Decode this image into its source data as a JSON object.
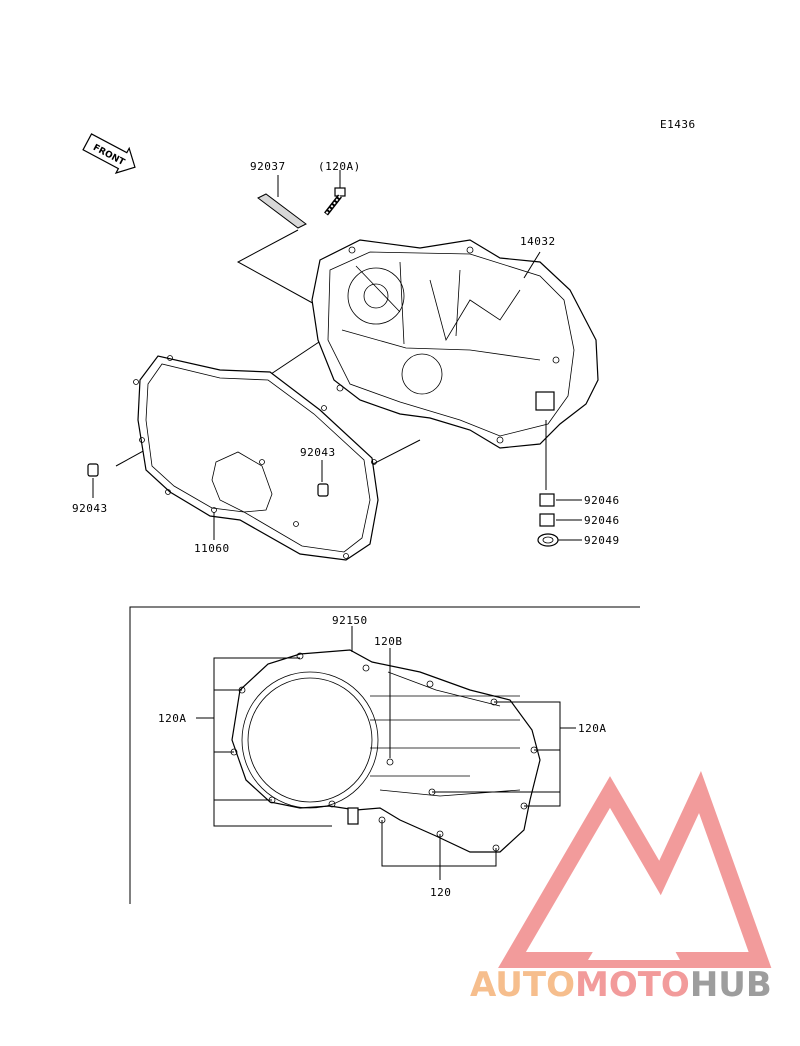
{
  "diagram_code": "E1436",
  "front_label": "FRONT",
  "parts": {
    "p92037": "92037",
    "p120A_paren": "(120A)",
    "p14032": "14032",
    "p92043_right": "92043",
    "p92043_left": "92043",
    "p11060": "11060",
    "p92046_a": "92046",
    "p92046_b": "92046",
    "p92049": "92049"
  },
  "inset": {
    "p92150": "92150",
    "p120B": "120B",
    "p120A_left": "120A",
    "p120A_right": "120A",
    "p120": "120"
  },
  "watermark": {
    "part1": "AUTO",
    "part2": "MOTO",
    "part3": "HUB",
    "color_orange": "#f5b37a",
    "color_red": "#f08a8a",
    "color_gray": "#8c8c8c"
  }
}
